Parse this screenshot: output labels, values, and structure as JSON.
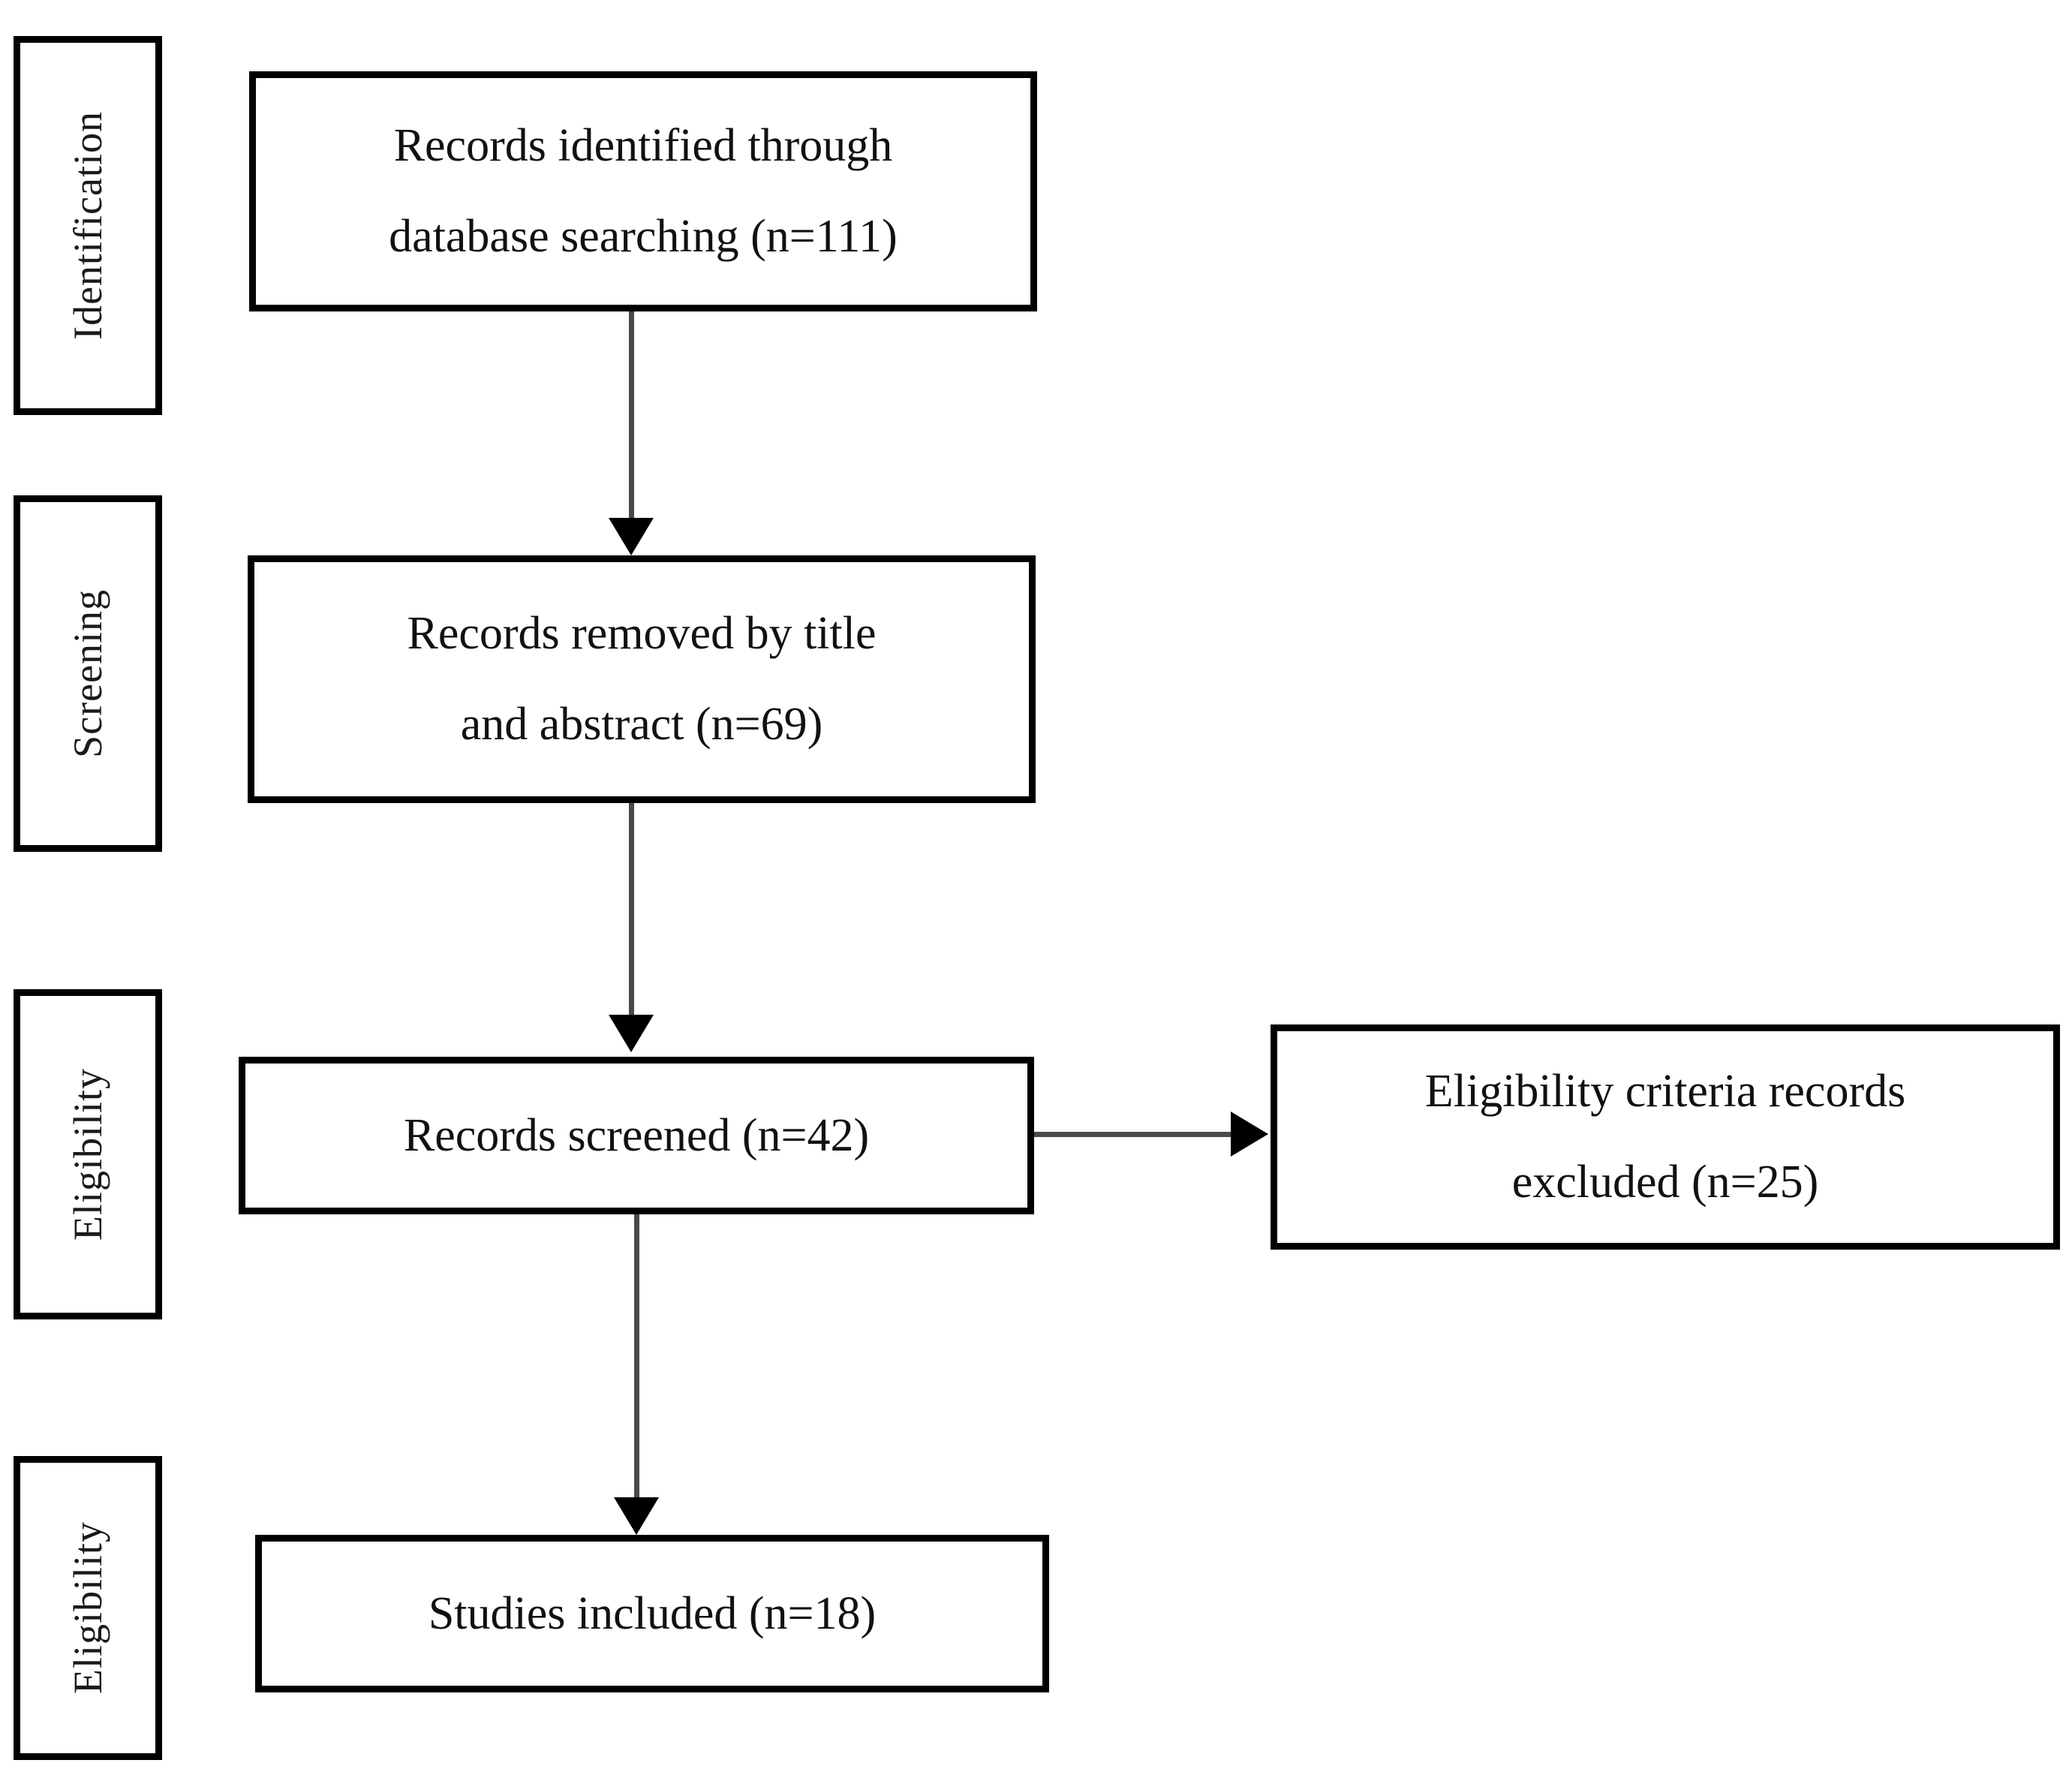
{
  "diagram": {
    "type": "prisma-flow-diagram",
    "stages": [
      {
        "id": "identification",
        "label": "Identification"
      },
      {
        "id": "screening",
        "label": "Screening"
      },
      {
        "id": "eligibility",
        "label": "Eligibility"
      },
      {
        "id": "eligibility-2",
        "label": "Eligibility"
      }
    ],
    "nodes": [
      {
        "id": "records-identified",
        "lines": [
          "Records identified through",
          "database searching (n=111)"
        ],
        "line1": "Records identified through",
        "line2": "database searching (n=111)",
        "count": 111
      },
      {
        "id": "records-removed",
        "lines": [
          "Records removed by title",
          "and abstract (n=69)"
        ],
        "line1": "Records removed by title",
        "line2": "and abstract (n=69)",
        "count": 69
      },
      {
        "id": "records-screened",
        "lines": [
          "Records screened (n=42)"
        ],
        "line1": "Records screened (n=42)",
        "line2": "",
        "count": 42
      },
      {
        "id": "records-excluded",
        "lines": [
          "Eligibility criteria records",
          "excluded (n=25)"
        ],
        "line1": "Eligibility criteria records",
        "line2": "excluded (n=25)",
        "count": 25
      },
      {
        "id": "studies-included",
        "lines": [
          "Studies included (n=18)"
        ],
        "line1": "Studies included (n=18)",
        "line2": "",
        "count": 18
      }
    ],
    "edges": [
      {
        "id": "edge-identified-to-removed",
        "from": "records-identified",
        "to": "records-removed",
        "direction": "down"
      },
      {
        "id": "edge-removed-to-screened",
        "from": "records-removed",
        "to": "records-screened",
        "direction": "down"
      },
      {
        "id": "edge-screened-to-excluded",
        "from": "records-screened",
        "to": "records-excluded",
        "direction": "right"
      },
      {
        "id": "edge-screened-to-included",
        "from": "records-screened",
        "to": "studies-included",
        "direction": "down"
      }
    ],
    "colors": {
      "border": "#000000",
      "background": "#ffffff",
      "text": "#111111",
      "connector": "#4a4a4a"
    }
  }
}
